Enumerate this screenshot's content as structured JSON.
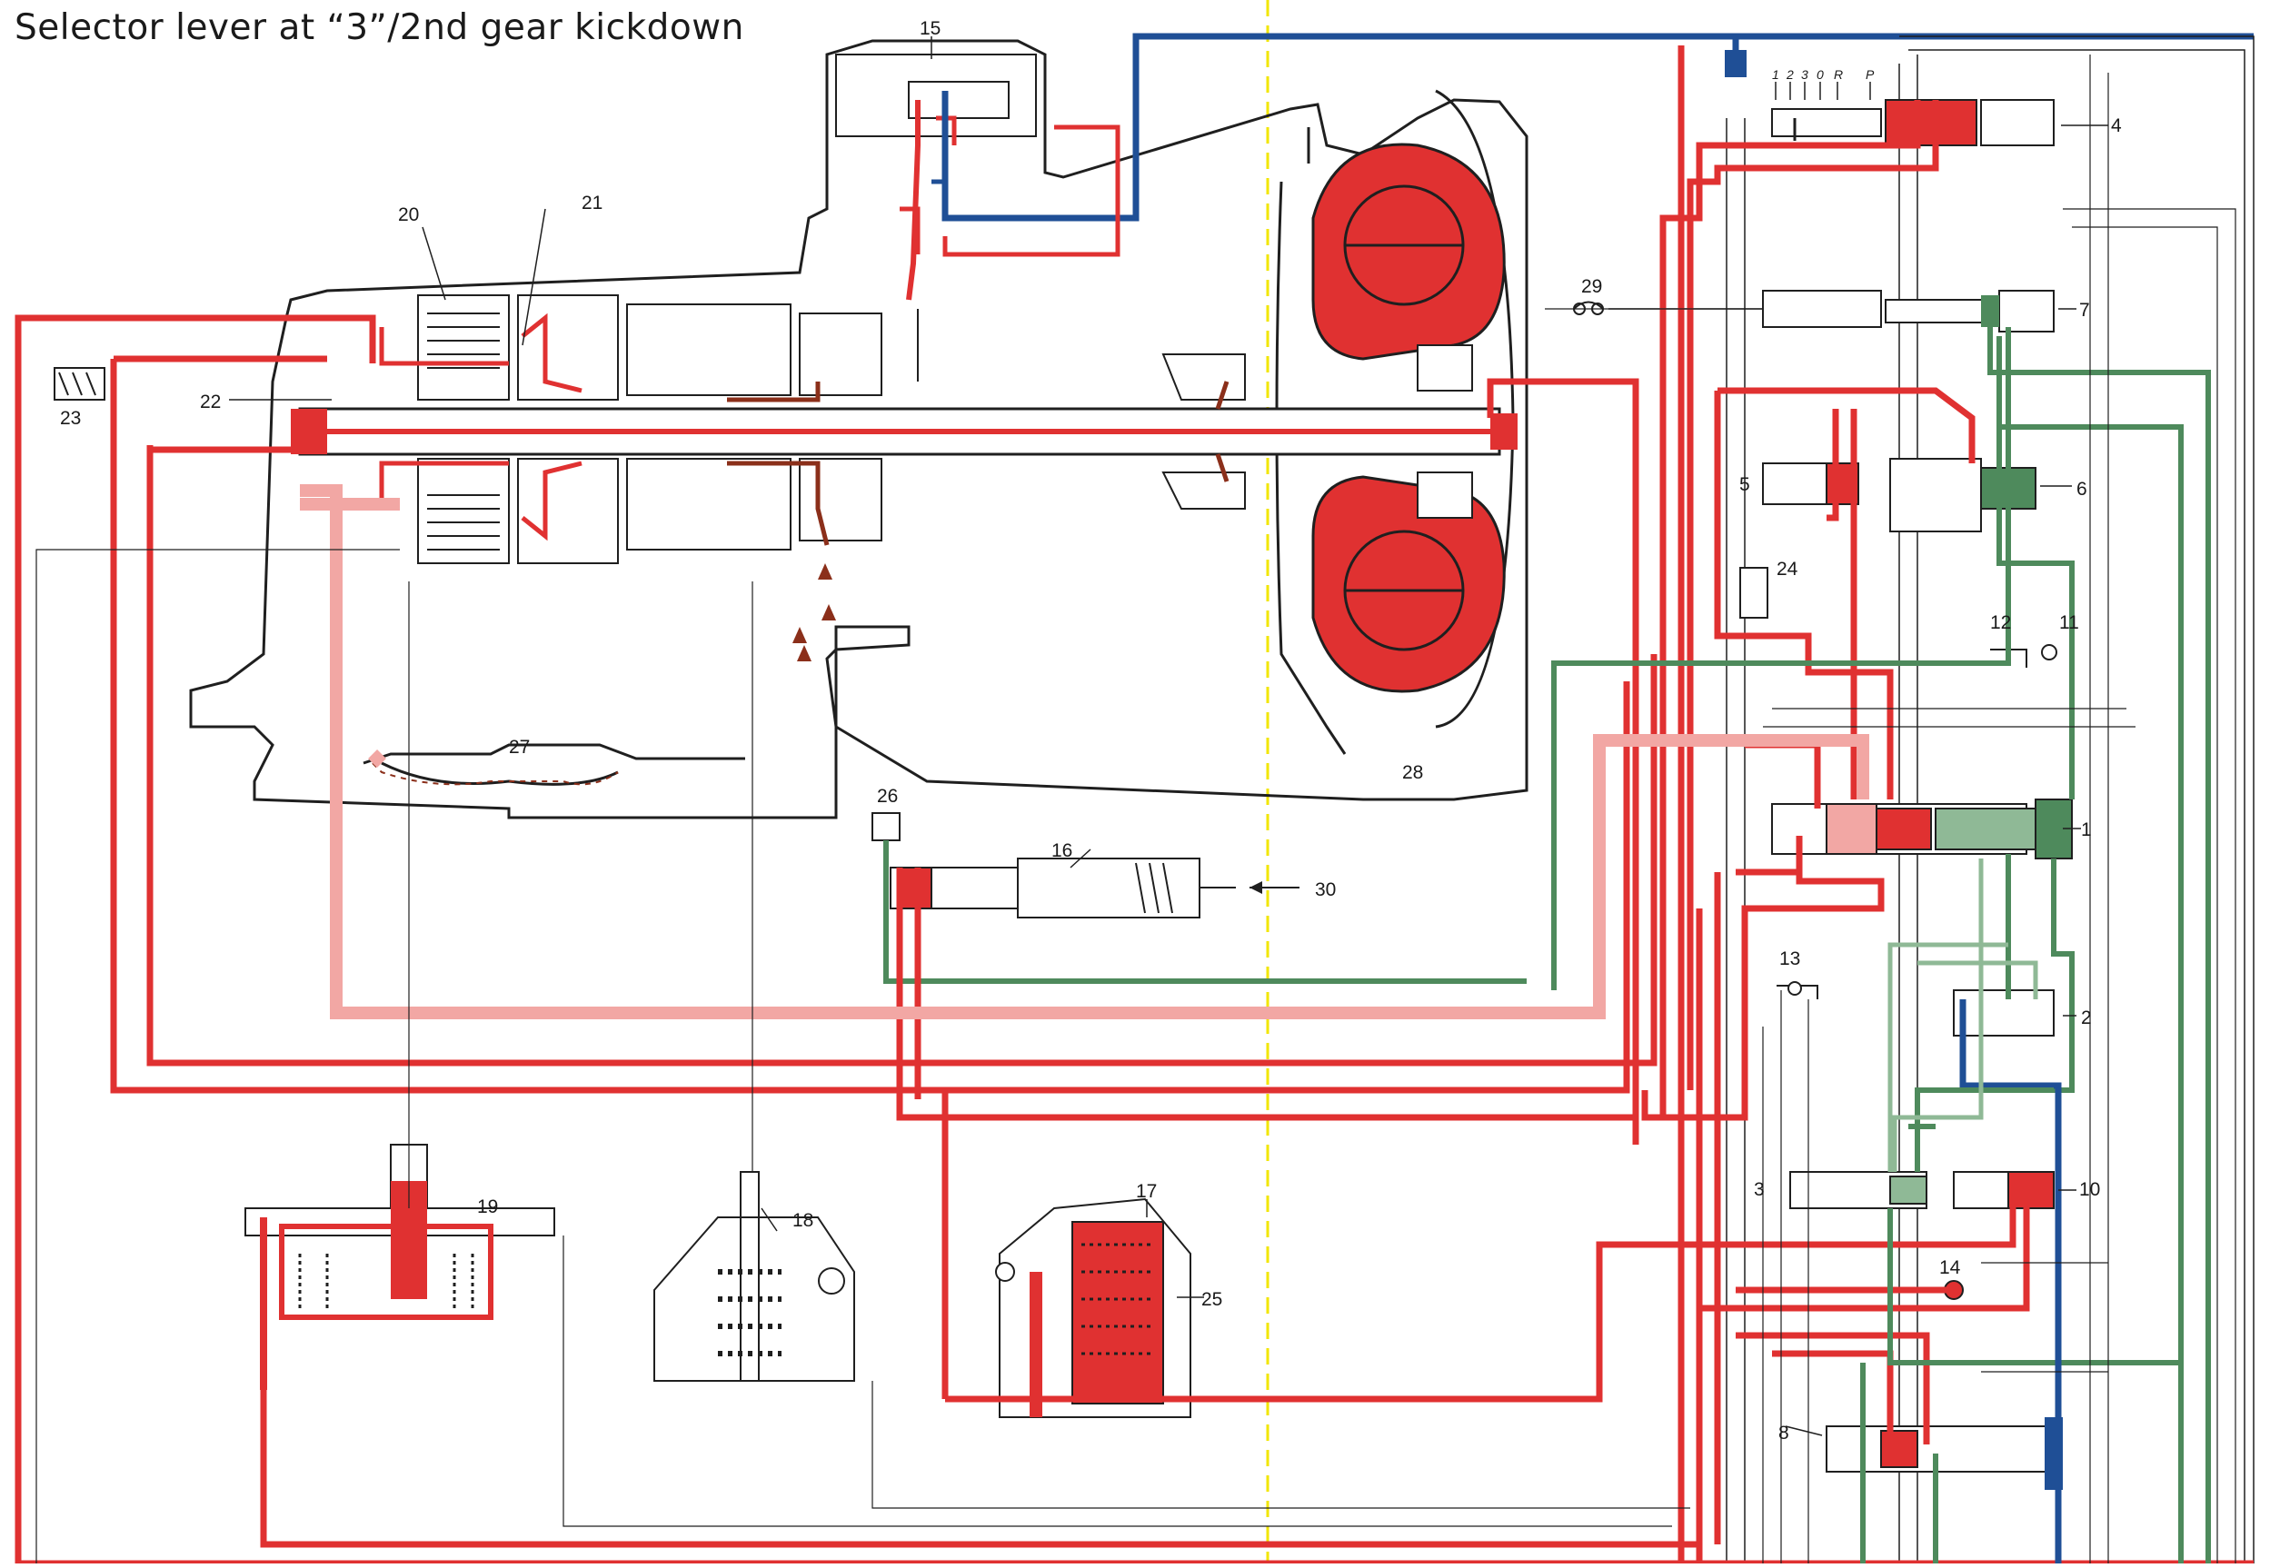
{
  "title": "Selector lever at “3”/2nd gear kickdown",
  "selector_positions": [
    "1",
    "2",
    "3",
    "0",
    "R",
    "P"
  ],
  "callouts": [
    "1",
    "2",
    "3",
    "4",
    "5",
    "6",
    "7",
    "8",
    "10",
    "11",
    "12",
    "13",
    "14",
    "15",
    "16",
    "17",
    "18",
    "19",
    "20",
    "21",
    "22",
    "23",
    "24",
    "25",
    "26",
    "27",
    "28",
    "29",
    "30"
  ],
  "colors": {
    "main_pressure": "#e03131",
    "oil_pink": "#f2a7a4",
    "dark_oil": "#8b2f1a",
    "governor_green": "#4e8a5c",
    "light_green": "#8fb996",
    "blue_line": "#1f4f96",
    "outline": "#1f1f1f",
    "centerline": "#f2e600"
  }
}
